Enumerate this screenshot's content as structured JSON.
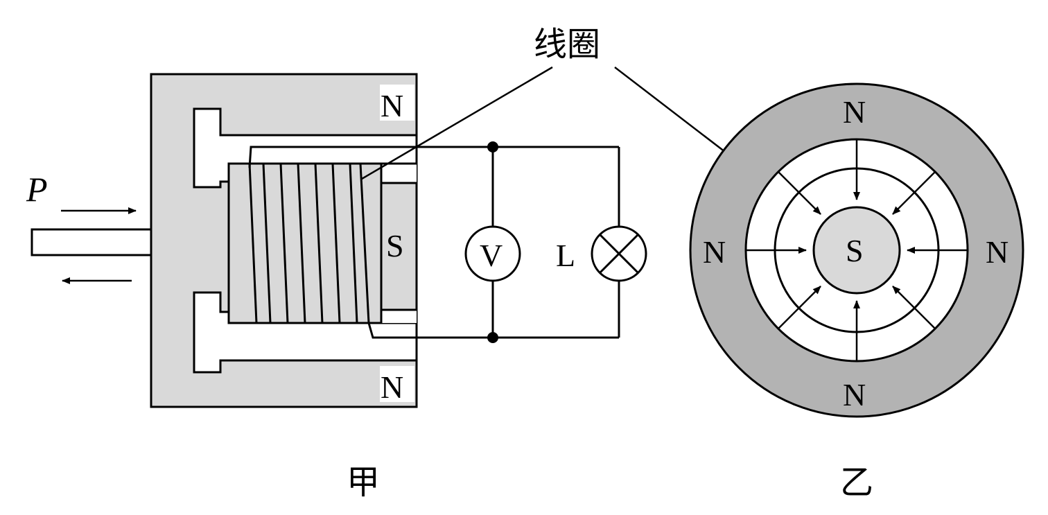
{
  "coil_label": "线圈",
  "force_label": "P",
  "fig_left": {
    "caption": "甲",
    "pole_top": "N",
    "pole_middle": "S",
    "pole_bottom": "N",
    "voltmeter": "V",
    "lamp": "L"
  },
  "fig_right": {
    "caption": "乙",
    "pole_center": "S",
    "pole_top": "N",
    "pole_left": "N",
    "pole_right": "N",
    "pole_bottom": "N"
  },
  "colors": {
    "magnet_light": "#d9d9d9",
    "magnet_dark": "#b3b3b3",
    "line": "#000000",
    "background": "#ffffff"
  }
}
